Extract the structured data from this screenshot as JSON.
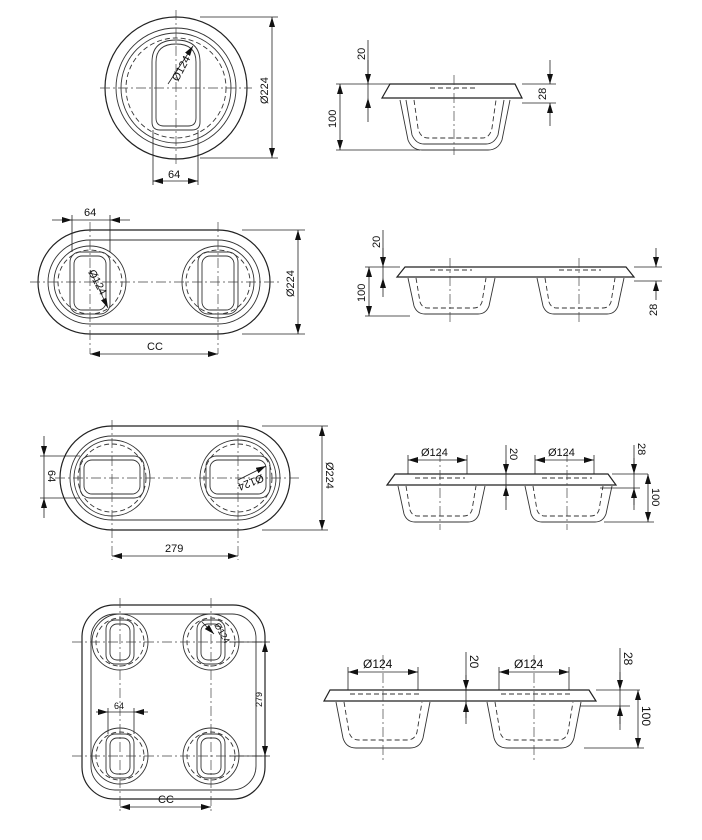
{
  "drawing": {
    "title": "Sink bowl configurations – dimensional drawing",
    "views": [
      {
        "id": "single-round",
        "plan": {
          "outer_diameter": "Ø224",
          "bowl_diameter": "Ø124",
          "opening_width": "64"
        },
        "section": {
          "rim_height": "20",
          "bowl_depth": "100",
          "flange_height": "28"
        }
      },
      {
        "id": "double-oval-cc",
        "plan": {
          "opening_width": "64",
          "bowl_diameter": "Ø124",
          "outer_width": "Ø224",
          "center_distance": "CC"
        },
        "section": {
          "rim_height": "20",
          "bowl_depth": "100",
          "flange_height": "28"
        }
      },
      {
        "id": "double-oval-279",
        "plan": {
          "opening_width": "64",
          "bowl_diameter": "Ø124",
          "outer_width": "Ø224",
          "center_distance": "279"
        },
        "section": {
          "bowl1_diameter": "Ø124",
          "rim_height": "20",
          "bowl2_diameter": "Ø124",
          "flange_height": "28",
          "bowl_depth": "100"
        }
      },
      {
        "id": "quad-square",
        "plan": {
          "bowl_diameter": "Ø124",
          "row_distance": "279",
          "opening_width": "64",
          "center_distance": "CC"
        },
        "section": {
          "bowl1_diameter": "Ø124",
          "rim_height": "20",
          "bowl2_diameter": "Ø124",
          "flange_height": "28",
          "bowl_depth": "100"
        }
      }
    ]
  }
}
